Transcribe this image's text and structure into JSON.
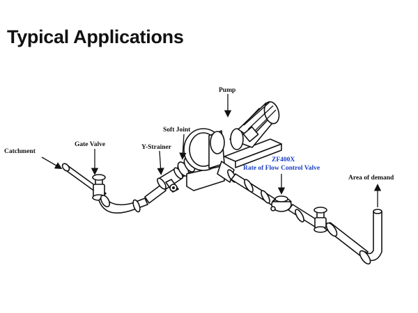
{
  "title": "Typical Applications",
  "labels": {
    "catchment": "Catchment",
    "gate_valve": "Gate Valve",
    "y_strainer": "Y-Strainer",
    "soft_joint": "Soft Joint",
    "pump": "Pump",
    "valve_model": "ZF400X",
    "valve_name": "Rate of Flow Control Valve",
    "area_of_demand": "Area of demand"
  },
  "colors": {
    "text": "#111111",
    "highlight": "#1a3fc4",
    "line": "#111111"
  }
}
